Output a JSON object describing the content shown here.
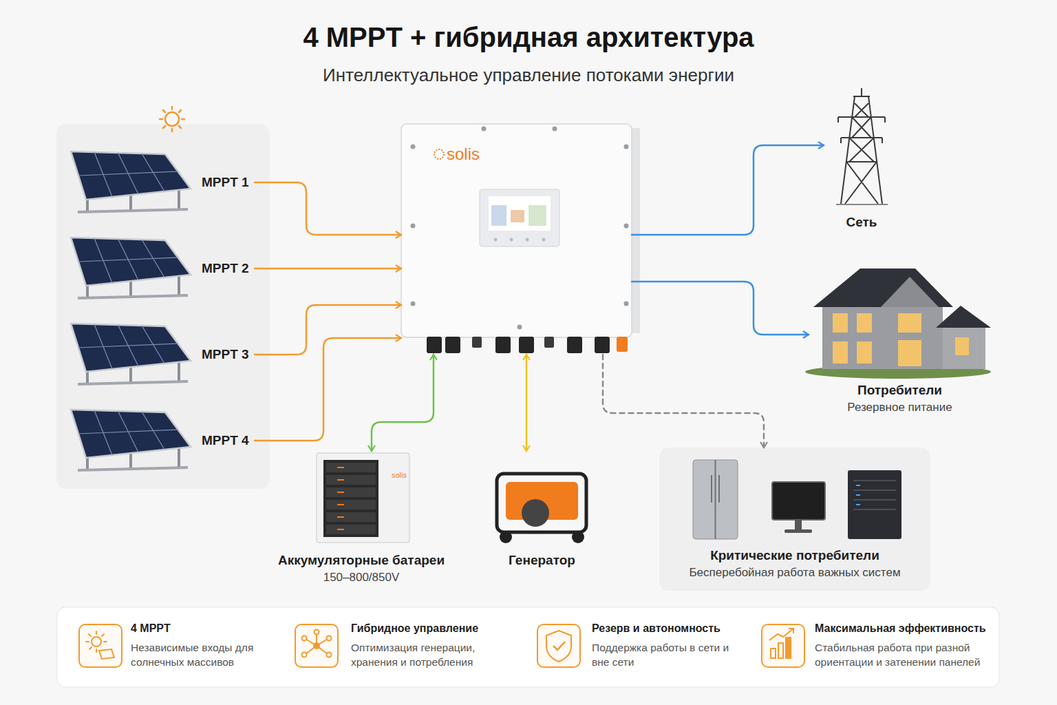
{
  "diagram": {
    "title": "4 MPPT + гибридная архитектура",
    "nodes": [
      {
        "text": [
          "MPPT 1"
        ]
      },
      {
        "text": [
          "MPPT 2"
        ]
      },
      {
        "text": [
          "MPPT 3"
        ]
      },
      {
        "text": [
          "MPPT 4"
        ]
      },
      {
        "text": [
          "solis"
        ]
      },
      {
        "text": [
          "Сеть"
        ]
      },
      {
        "text": [
          "Потребители",
          "Резервное питание"
        ]
      },
      {
        "text": [
          "solis",
          "Аккумуляторные батареи",
          "150–800/850V"
        ]
      },
      {
        "text": [
          "Генератор"
        ]
      },
      {
        "text": [
          "Критические потребители",
          "Бесперебойная работа важных систем"
        ]
      },
      {
        "text": [
          "4 MPPT",
          "Независимые входы для солнечных массивов"
        ]
      },
      {
        "text": [
          "Гибридное управление",
          "Оптимизация генерации, хранения и потребления"
        ]
      },
      {
        "text": [
          "Резерв и автономность",
          "Поддержка работы в сети и вне сети"
        ]
      },
      {
        "text": [
          "Максимальная эффективность",
          "Стабильная работа при разной ориентации и затенении панелей"
        ]
      }
    ],
    "edges": [
      {
        "from": 0,
        "to": 4,
        "arrow": "to"
      },
      {
        "from": 1,
        "to": 4,
        "arrow": "to"
      },
      {
        "from": 2,
        "to": 4,
        "arrow": "to"
      },
      {
        "from": 3,
        "to": 4,
        "arrow": "to"
      },
      {
        "from": 4,
        "to": 5,
        "arrow": "to"
      },
      {
        "from": 4,
        "to": 6,
        "arrow": "to"
      },
      {
        "from": 7,
        "to": 4,
        "arrow": "both"
      },
      {
        "from": 8,
        "to": 4,
        "arrow": "both"
      },
      {
        "from": 4,
        "to": 9,
        "arrow": "to"
      }
    ],
    "labels": [
      "Интеллектуальное управление потоками энергии"
    ]
  }
}
